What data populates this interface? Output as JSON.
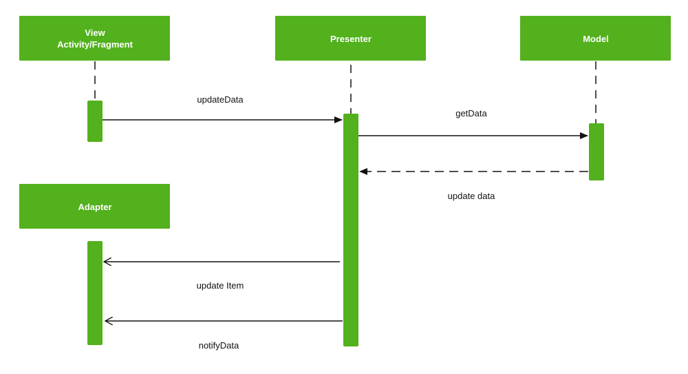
{
  "colors": {
    "box_fill": "#52b11c",
    "activation_fill": "#52b11c",
    "line": "#111111",
    "box_text": "#ffffff"
  },
  "participants": [
    {
      "id": "view",
      "lines": [
        "View",
        "Activity/Fragment"
      ]
    },
    {
      "id": "presenter",
      "lines": [
        "Presenter"
      ]
    },
    {
      "id": "model",
      "lines": [
        "Model"
      ]
    },
    {
      "id": "adapter",
      "lines": [
        "Adapter"
      ]
    }
  ],
  "messages": [
    {
      "id": "update-data",
      "label": "updateData",
      "from": "view",
      "to": "presenter",
      "style": "solid",
      "arrow": "filled"
    },
    {
      "id": "get-data",
      "label": "getData",
      "from": "presenter",
      "to": "model",
      "style": "solid",
      "arrow": "filled"
    },
    {
      "id": "update-data-return",
      "label": "update data",
      "from": "model",
      "to": "presenter",
      "style": "dashed",
      "arrow": "filled"
    },
    {
      "id": "update-item",
      "label": "update Item",
      "from": "presenter",
      "to": "adapter",
      "style": "solid",
      "arrow": "open"
    },
    {
      "id": "notify-data",
      "label": "notifyData",
      "from": "presenter",
      "to": "adapter",
      "style": "solid",
      "arrow": "open"
    }
  ]
}
